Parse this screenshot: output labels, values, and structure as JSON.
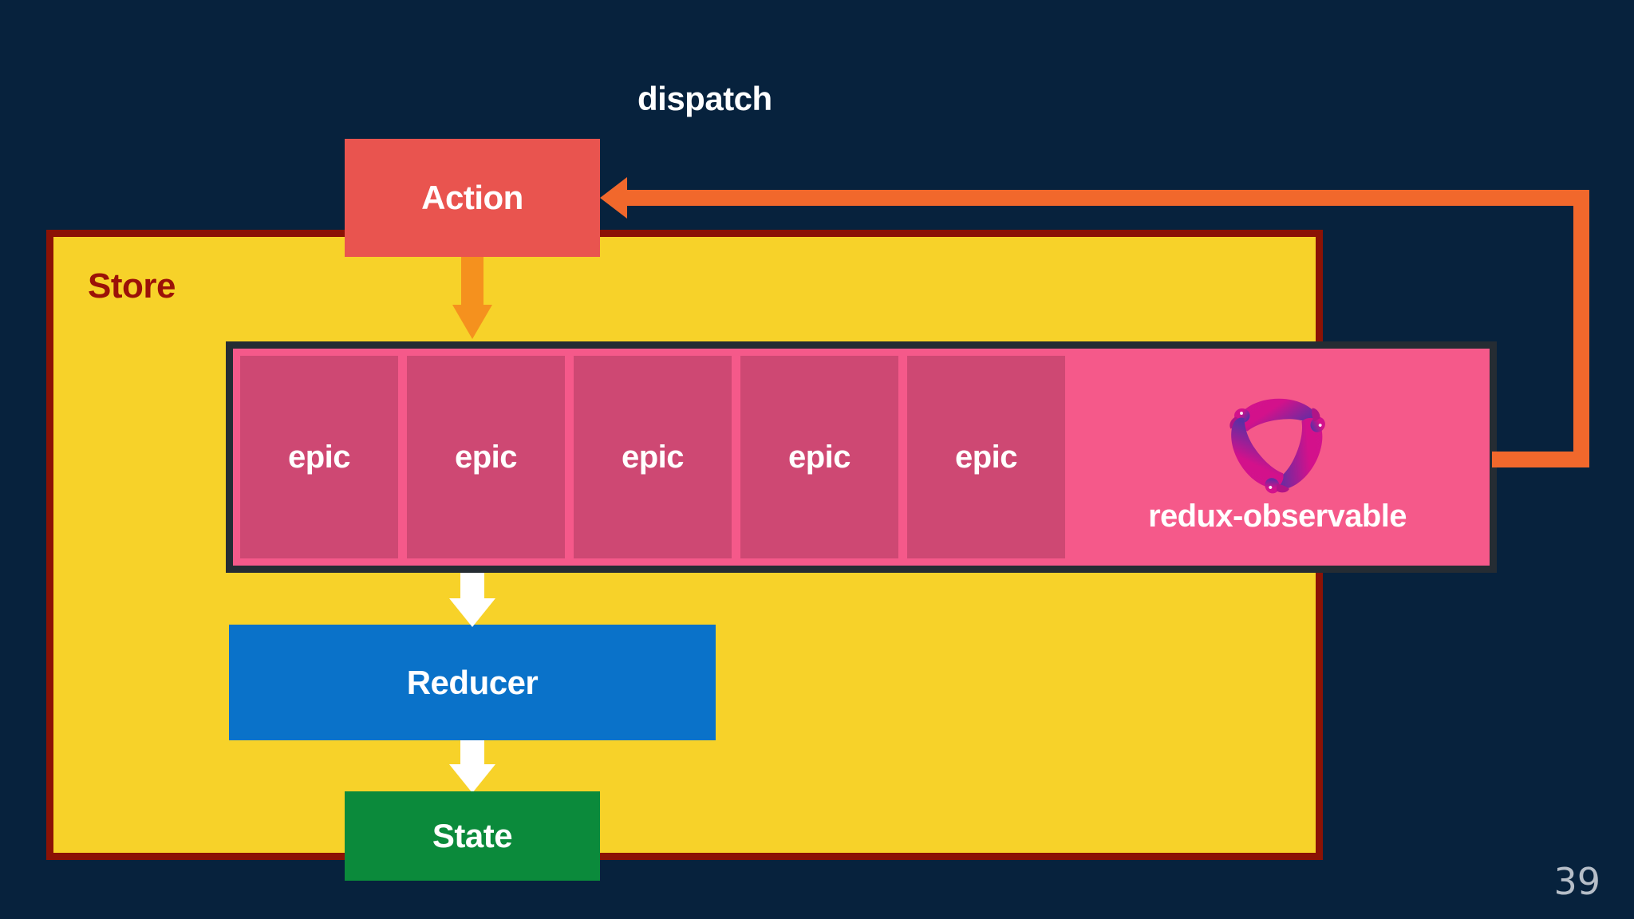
{
  "slide": {
    "background_color": "#07223d",
    "page_number": "39"
  },
  "labels": {
    "dispatch": "dispatch",
    "store": "Store"
  },
  "nodes": {
    "action": {
      "label": "Action",
      "color": "#E9544F"
    },
    "reducer": {
      "label": "Reducer",
      "color": "#0A72C9"
    },
    "state": {
      "label": "State",
      "color": "#0B8A3B"
    }
  },
  "epics_container": {
    "background_color": "#F5598A",
    "border_color": "#252C33",
    "epics": [
      {
        "label": "epic"
      },
      {
        "label": "epic"
      },
      {
        "label": "epic"
      },
      {
        "label": "epic"
      },
      {
        "label": "epic"
      }
    ],
    "library": {
      "name": "redux-observable",
      "logo_icon": "redux-observable-ducks-logo",
      "logo_colors": [
        "#E5127D",
        "#6F34A0",
        "#C0188E"
      ]
    }
  },
  "connectors": {
    "action_to_epics": {
      "icon": "down-arrow-icon",
      "color": "#F5911E"
    },
    "epics_to_reducer": {
      "icon": "down-arrow-icon",
      "color": "#FFFFFF"
    },
    "reducer_to_state": {
      "icon": "down-arrow-icon",
      "color": "#FFFFFF"
    },
    "epics_to_action_dispatch": {
      "icon": "left-arrow-icon",
      "color": "#F1682C"
    }
  },
  "colors": {
    "store_fill": "#F7D229",
    "store_border": "#8B1205",
    "store_label": "#9B1208",
    "epic_fill": "#CE4873",
    "page_number": "#B6BEC8"
  }
}
